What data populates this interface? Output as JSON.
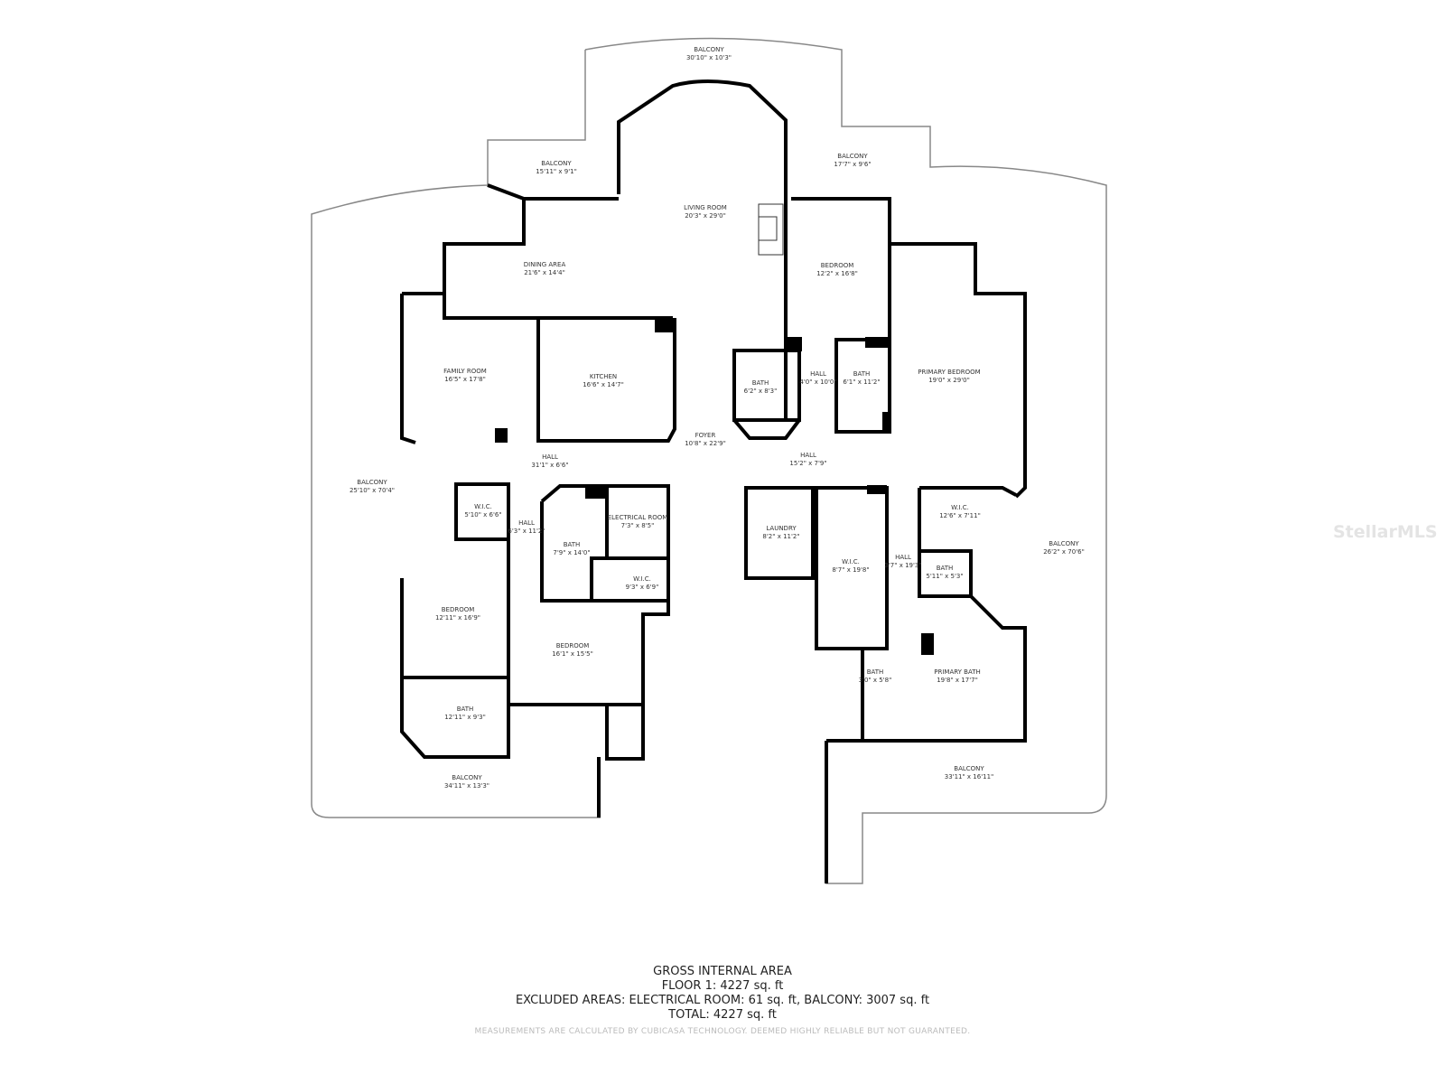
{
  "rooms": [
    {
      "name": "BALCONY",
      "dims": "30'10\" x 10'3\""
    },
    {
      "name": "BALCONY",
      "dims": "15'11\" x 9'1\""
    },
    {
      "name": "BALCONY",
      "dims": "17'7\" x 9'6\""
    },
    {
      "name": "LIVING ROOM",
      "dims": "20'3\" x 29'0\""
    },
    {
      "name": "DINING AREA",
      "dims": "21'6\" x 14'4\""
    },
    {
      "name": "BEDROOM",
      "dims": "12'2\" x 16'8\""
    },
    {
      "name": "FAMILY ROOM",
      "dims": "16'5\" x 17'8\""
    },
    {
      "name": "KITCHEN",
      "dims": "16'6\" x 14'7\""
    },
    {
      "name": "BATH",
      "dims": "6'2\" x 8'3\""
    },
    {
      "name": "HALL",
      "dims": "4'0\" x 10'0\""
    },
    {
      "name": "BATH",
      "dims": "6'1\" x 11'2\""
    },
    {
      "name": "PRIMARY BEDROOM",
      "dims": "19'0\" x 29'0\""
    },
    {
      "name": "FOYER",
      "dims": "10'8\" x 22'9\""
    },
    {
      "name": "HALL",
      "dims": "31'1\" x 6'6\""
    },
    {
      "name": "HALL",
      "dims": "15'2\" x 7'9\""
    },
    {
      "name": "BALCONY",
      "dims": "25'10\" x 70'4\""
    },
    {
      "name": "W.I.C.",
      "dims": "5'10\" x 6'6\""
    },
    {
      "name": "HALL",
      "dims": "6'3\" x 11'2\""
    },
    {
      "name": "BATH",
      "dims": "7'9\" x 14'0\""
    },
    {
      "name": "ELECTRICAL ROOM",
      "dims": "7'3\" x 8'5\""
    },
    {
      "name": "W.I.C.",
      "dims": "9'3\" x 6'9\""
    },
    {
      "name": "LAUNDRY",
      "dims": "8'2\" x 11'2\""
    },
    {
      "name": "W.I.C.",
      "dims": "8'7\" x 19'8\""
    },
    {
      "name": "HALL",
      "dims": "3'7\" x 19'3\""
    },
    {
      "name": "W.I.C.",
      "dims": "12'6\" x 7'11\""
    },
    {
      "name": "BATH",
      "dims": "5'11\" x 5'3\""
    },
    {
      "name": "BALCONY",
      "dims": "26'2\" x 70'6\""
    },
    {
      "name": "BEDROOM",
      "dims": "12'11\" x 16'9\""
    },
    {
      "name": "BEDROOM",
      "dims": "16'1\" x 15'5\""
    },
    {
      "name": "BATH",
      "dims": "3'0\" x 5'8\""
    },
    {
      "name": "PRIMARY BATH",
      "dims": "19'8\" x 17'7\""
    },
    {
      "name": "BATH",
      "dims": "12'11\" x 9'3\""
    },
    {
      "name": "BALCONY",
      "dims": "34'11\" x 13'3\""
    },
    {
      "name": "BALCONY",
      "dims": "33'11\" x 16'11\""
    }
  ],
  "summary": {
    "title": "GROSS INTERNAL AREA",
    "floor": "FLOOR 1: 4227 sq. ft",
    "excluded": "EXCLUDED AREAS: ELECTRICAL ROOM: 61 sq. ft, BALCONY: 3007 sq. ft",
    "total": "TOTAL: 4227 sq. ft"
  },
  "disclaimer": "MEASUREMENTS ARE CALCULATED BY CUBICASA TECHNOLOGY. DEEMED HIGHLY RELIABLE BUT NOT GUARANTEED.",
  "watermark": "StellarMLS",
  "colors": {
    "wall": "#000000",
    "balcony_outline": "#888888",
    "text": "#333333"
  }
}
